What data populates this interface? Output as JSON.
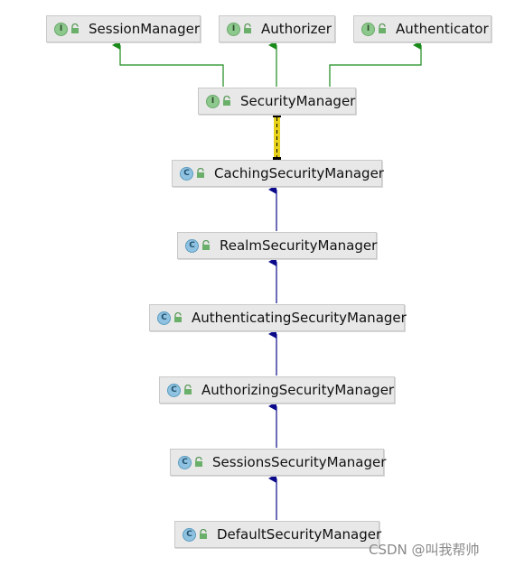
{
  "nodes": {
    "session_manager": {
      "name": "SessionManager",
      "kind": "I"
    },
    "authorizer": {
      "name": "Authorizer",
      "kind": "I"
    },
    "authenticator": {
      "name": "Authenticator",
      "kind": "I"
    },
    "security_manager": {
      "name": "SecurityManager",
      "kind": "I"
    },
    "caching_security_manager": {
      "name": "CachingSecurityManager",
      "kind": "C"
    },
    "realm_security_manager": {
      "name": "RealmSecurityManager",
      "kind": "C"
    },
    "authenticating_security_manager": {
      "name": "AuthenticatingSecurityManager",
      "kind": "C"
    },
    "authorizing_security_manager": {
      "name": "AuthorizingSecurityManager",
      "kind": "C"
    },
    "sessions_security_manager": {
      "name": "SessionsSecurityManager",
      "kind": "C"
    },
    "default_security_manager": {
      "name": "DefaultSecurityManager",
      "kind": "C"
    }
  },
  "colors": {
    "interface_extends": "#1a8a1a",
    "class_extends": "#0a0a8a",
    "implements_edge": "#e8d21a",
    "node_fill": "#e8e8e8",
    "node_border": "#c9c9c9"
  },
  "watermark": "CSDN @叫我帮帅"
}
